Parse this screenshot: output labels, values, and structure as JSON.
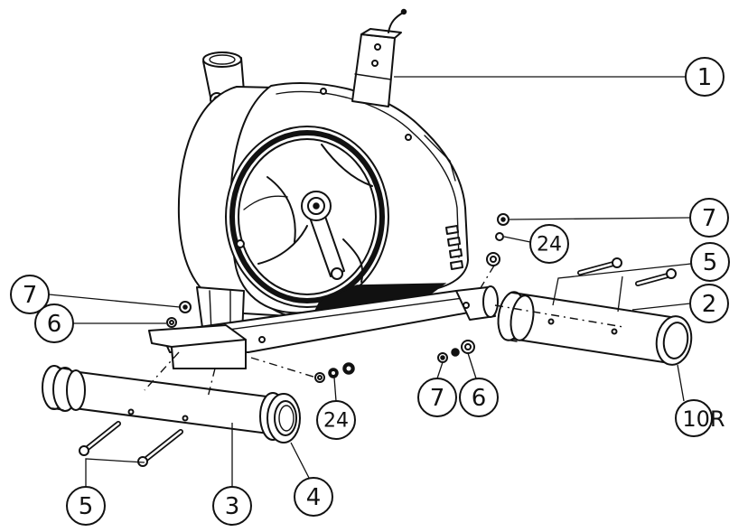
{
  "callouts": [
    {
      "label": "1"
    },
    {
      "label": "7"
    },
    {
      "label": "24"
    },
    {
      "label": "5"
    },
    {
      "label": "2"
    },
    {
      "label": "10R"
    },
    {
      "label": "7"
    },
    {
      "label": "6"
    },
    {
      "label": "24"
    },
    {
      "label": "7"
    },
    {
      "label": "6"
    },
    {
      "label": "5"
    },
    {
      "label": "3"
    },
    {
      "label": "4"
    }
  ],
  "colors": {
    "line": "#111111",
    "background": "#ffffff"
  }
}
